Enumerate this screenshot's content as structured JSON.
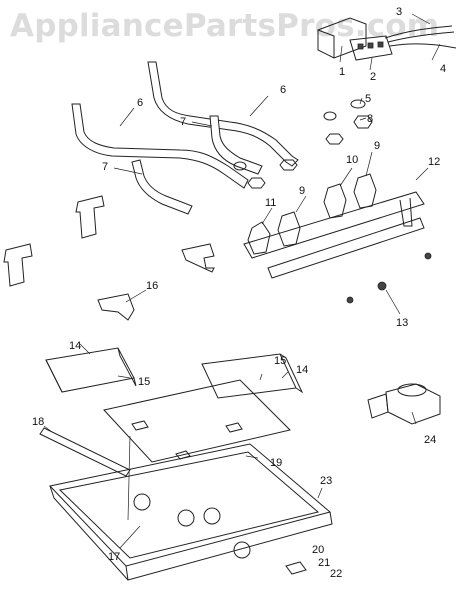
{
  "watermark": "AppliancePartsPros.com",
  "callouts": [
    "1",
    "2",
    "3",
    "4",
    "5",
    "6",
    "6",
    "7",
    "7",
    "8",
    "9",
    "9",
    "10",
    "11",
    "12",
    "13",
    "14",
    "14",
    "15",
    "15",
    "16",
    "17",
    "18",
    "19",
    "20",
    "21",
    "22",
    "23",
    "24"
  ]
}
